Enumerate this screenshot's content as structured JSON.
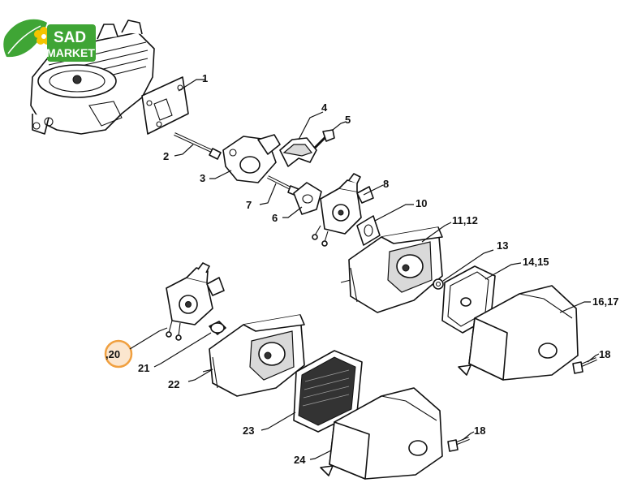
{
  "logo": {
    "brand_top": "SAD",
    "brand_bottom": "MARKET",
    "leaf_color": "#3fa535",
    "flower_color": "#f4c400"
  },
  "callouts": {
    "c1": "1",
    "c2": "2",
    "c3": "3",
    "c4": "4",
    "c5": "5",
    "c6": "6",
    "c7": "7",
    "c8": "8",
    "c10": "10",
    "c11_12": "11,12",
    "c13": "13",
    "c14_15": "14,15",
    "c16_17": "16,17",
    "c18a": "18",
    "c20": ",20",
    "c21": "21",
    "c22": "22",
    "c23": "23",
    "c24": "24",
    "c18b": "18"
  },
  "highlight_color": "#f0a040"
}
